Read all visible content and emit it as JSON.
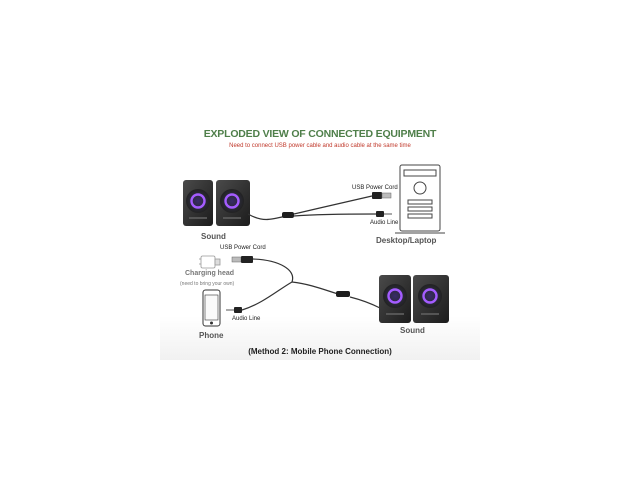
{
  "title": "EXPLODED VIEW OF CONNECTED EQUIPMENT",
  "subtitle": "Need to connect USB power cable and audio cable at the same time",
  "top": {
    "speaker_label": "Sound",
    "computer_label": "Desktop/Laptop",
    "usb_label": "USB Power Cord",
    "audio_label": "Audio Line"
  },
  "bottom": {
    "usb_label": "USB Power Cord",
    "charging_head_label": "Charging head",
    "charging_head_note": "(need to bring your own)",
    "audio_label": "Audio Line",
    "phone_label": "Phone",
    "speaker_label": "Sound"
  },
  "method_caption": "(Method 2: Mobile Phone Connection)",
  "colors": {
    "title": "#4f7f4a",
    "subtitle": "#c0392b",
    "speaker_body": "#2b2b2b",
    "speaker_ring": "#a45cff"
  }
}
